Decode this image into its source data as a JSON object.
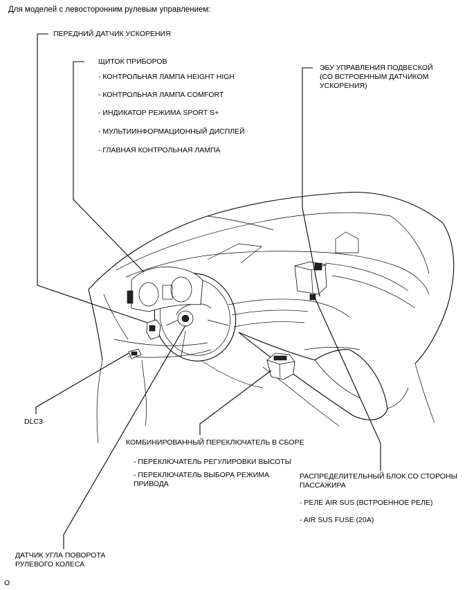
{
  "header": "Для моделей с левосторонним рулевым управлением:",
  "labels": {
    "front_accel_sensor": "ПЕРЕДНИЙ ДАТЧИК УСКОРЕНИЯ",
    "combination_meter": "ЩИТОК ПРИБОРОВ",
    "meter_items": [
      "- КОНТРОЛЬНАЯ ЛАМПА HEIGHT HIGH",
      "- КОНТРОЛЬНАЯ ЛАМПА COMFORT",
      "- ИНДИКАТОР РЕЖИМА SPORT S+",
      "- МУЛЬТИИНФОРМАЦИОННЫЙ ДИСПЛЕЙ",
      "- ГЛАВНАЯ КОНТРОЛЬНАЯ ЛАМПА"
    ],
    "suspension_ecu": "ЭБУ УПРАВЛЕНИЯ ПОДВЕСКОЙ\n(СО ВСТРОЕННЫМ ДАТЧИКОМ\nУСКОРЕНИЯ)",
    "dlc3": "DLC3",
    "switch_assembly": "КОМБИНИРОВАННЫЙ ПЕРЕКЛЮЧАТЕЛЬ В СБОРЕ",
    "switch_items": [
      "- ПЕРЕКЛЮЧАТЕЛЬ РЕГУЛИРОВКИ ВЫСОТЫ",
      "- ПЕРЕКЛЮЧАТЕЛЬ ВЫБОРА РЕЖИМА\nПРИВОДА"
    ],
    "junction_block": "РАСПРЕДЕЛИТЕЛЬНЫЙ БЛОК СО СТОРОНЫ\nПАССАЖИРА",
    "junction_items": [
      "- РЕЛЕ AIR SUS (ВСТРОЕННОЕ РЕЛЕ)",
      "- AIR SUS FUSE (20A)"
    ],
    "steering_sensor": "ДАТЧИК УГЛА ПОВОРОТА\nРУЛЕВОГО КОЛЕСА",
    "figure_code": "O"
  }
}
